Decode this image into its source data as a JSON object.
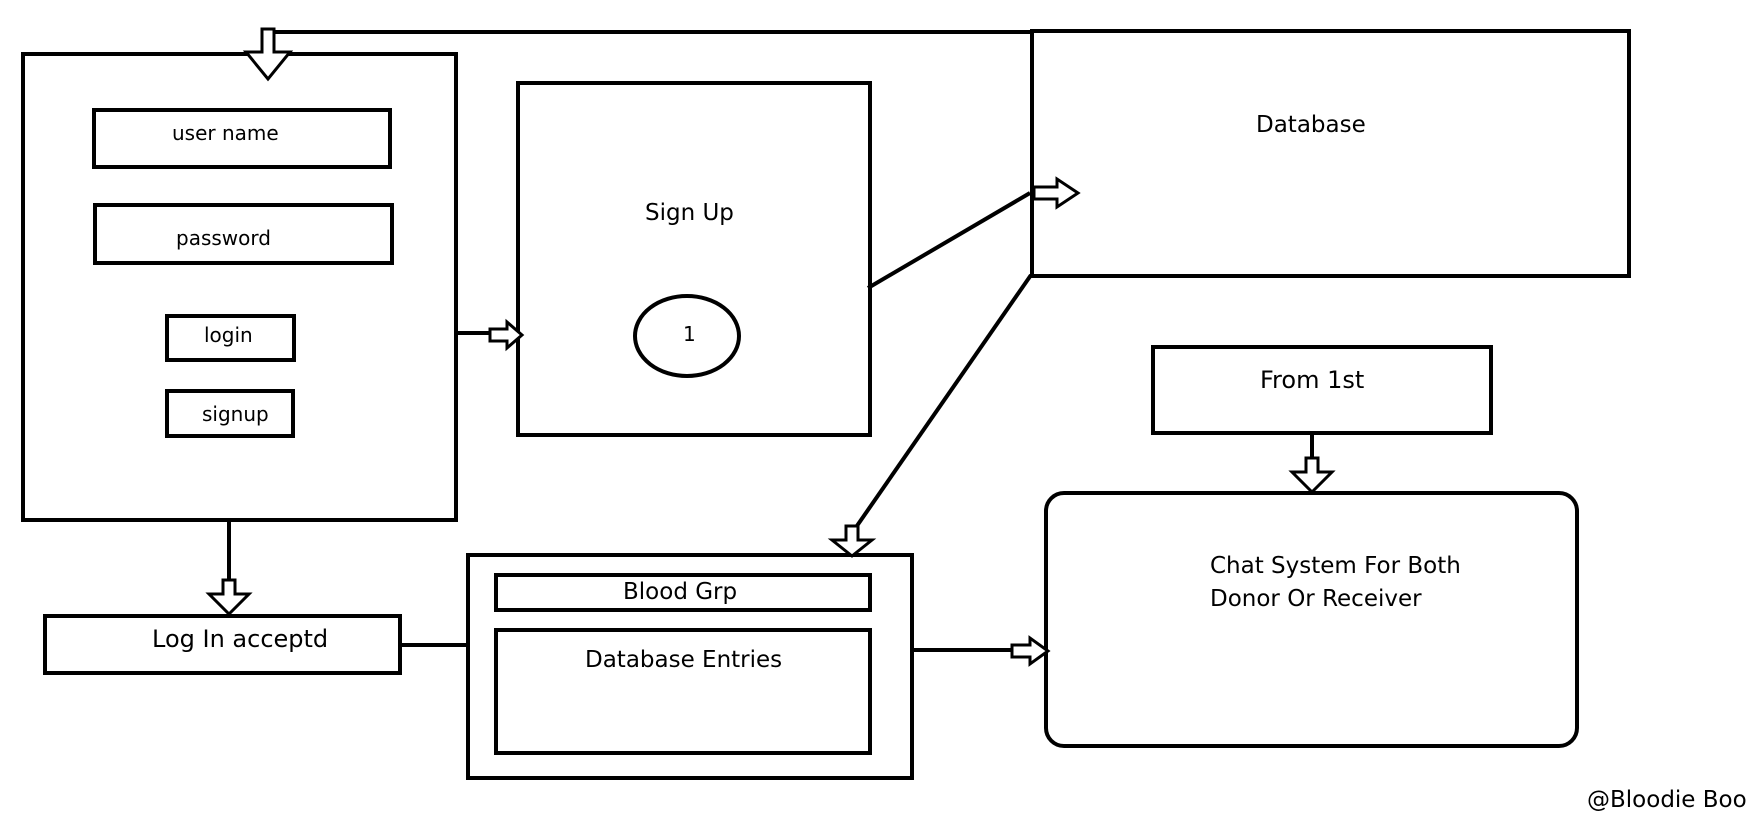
{
  "login_form": {
    "username_label": "user name",
    "password_label": "password",
    "login_label": "login",
    "signup_label": "signup"
  },
  "signup": {
    "title": "Sign Up",
    "step_number": "1"
  },
  "database": {
    "title": "Database"
  },
  "login_accepted": {
    "label": "Log In acceptd"
  },
  "entries_panel": {
    "blood_group_label": "Blood Grp",
    "entries_label": "Database Entries"
  },
  "from_first": {
    "label": "From 1st"
  },
  "chat": {
    "line1": "Chat System For Both",
    "line2": "Donor Or Receiver"
  },
  "watermark": "@Bloodie Boo"
}
